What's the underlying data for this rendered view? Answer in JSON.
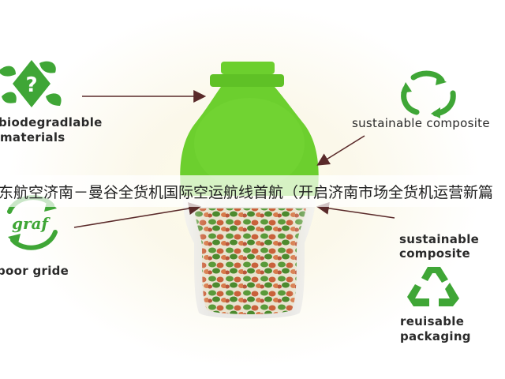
{
  "labels": {
    "biodegradable": [
      "biodegradlable",
      "materials"
    ],
    "sustainable_top": "sustainable composite",
    "poor_guide": "poor gride",
    "sustainable_mid": [
      "sustainable",
      "composite"
    ],
    "reusable": [
      "reuisable",
      "packaging"
    ]
  },
  "icons": {
    "graf_badge_text": "graf",
    "question_mark": "?"
  },
  "banner": {
    "text": "东航空济南－曼谷全货机国际空运航线首航（开启济南市场全货机运营新篇"
  },
  "colors": {
    "bottle_green": "#6ccf2e",
    "icon_green": "#3fa636",
    "arrow": "#5a2a2a"
  }
}
